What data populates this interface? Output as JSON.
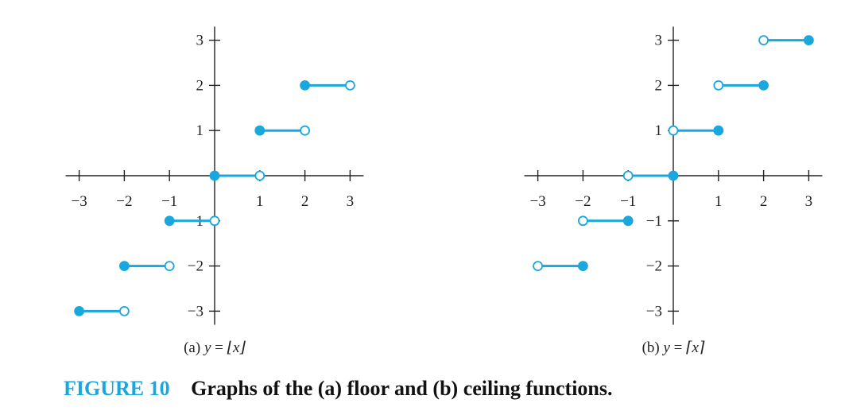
{
  "figure": {
    "label": "FIGURE 10",
    "caption": "Graphs of the (a) floor and (b) ceiling functions."
  },
  "colors": {
    "accent": "#1aa7dd",
    "axis": "#222222",
    "caption_label": "#1aa7dd"
  },
  "chart_data": [
    {
      "type": "step",
      "subtitle_prefix": "(a)",
      "subtitle_lhs": "y",
      "subtitle_eq": " = ",
      "subtitle_rhs": "⌊x⌋",
      "x_ticks": [
        -3,
        -2,
        -1,
        1,
        2,
        3
      ],
      "y_ticks": [
        -3,
        -2,
        -1,
        1,
        2,
        3
      ],
      "xlim": [
        -3.3,
        3.3
      ],
      "ylim": [
        -3.3,
        3.3
      ],
      "grid": false,
      "segments": [
        {
          "x1": -3,
          "x2": -2,
          "y": -3,
          "closed": "left"
        },
        {
          "x1": -2,
          "x2": -1,
          "y": -2,
          "closed": "left"
        },
        {
          "x1": -1,
          "x2": 0,
          "y": -1,
          "closed": "left"
        },
        {
          "x1": 0,
          "x2": 1,
          "y": 0,
          "closed": "left"
        },
        {
          "x1": 1,
          "x2": 2,
          "y": 1,
          "closed": "left"
        },
        {
          "x1": 2,
          "x2": 3,
          "y": 2,
          "closed": "left"
        }
      ]
    },
    {
      "type": "step",
      "subtitle_prefix": "(b)",
      "subtitle_lhs": "y",
      "subtitle_eq": " = ",
      "subtitle_rhs": "⌈x⌉",
      "x_ticks": [
        -3,
        -2,
        -1,
        1,
        2,
        3
      ],
      "y_ticks": [
        -3,
        -2,
        -1,
        1,
        2,
        3
      ],
      "xlim": [
        -3.3,
        3.3
      ],
      "ylim": [
        -3.3,
        3.3
      ],
      "grid": false,
      "segments": [
        {
          "x1": -3,
          "x2": -2,
          "y": -2,
          "closed": "right"
        },
        {
          "x1": -2,
          "x2": -1,
          "y": -1,
          "closed": "right"
        },
        {
          "x1": -1,
          "x2": 0,
          "y": 0,
          "closed": "right"
        },
        {
          "x1": 0,
          "x2": 1,
          "y": 1,
          "closed": "right"
        },
        {
          "x1": 1,
          "x2": 2,
          "y": 2,
          "closed": "right"
        },
        {
          "x1": 2,
          "x2": 3,
          "y": 3,
          "closed": "right"
        }
      ]
    }
  ]
}
